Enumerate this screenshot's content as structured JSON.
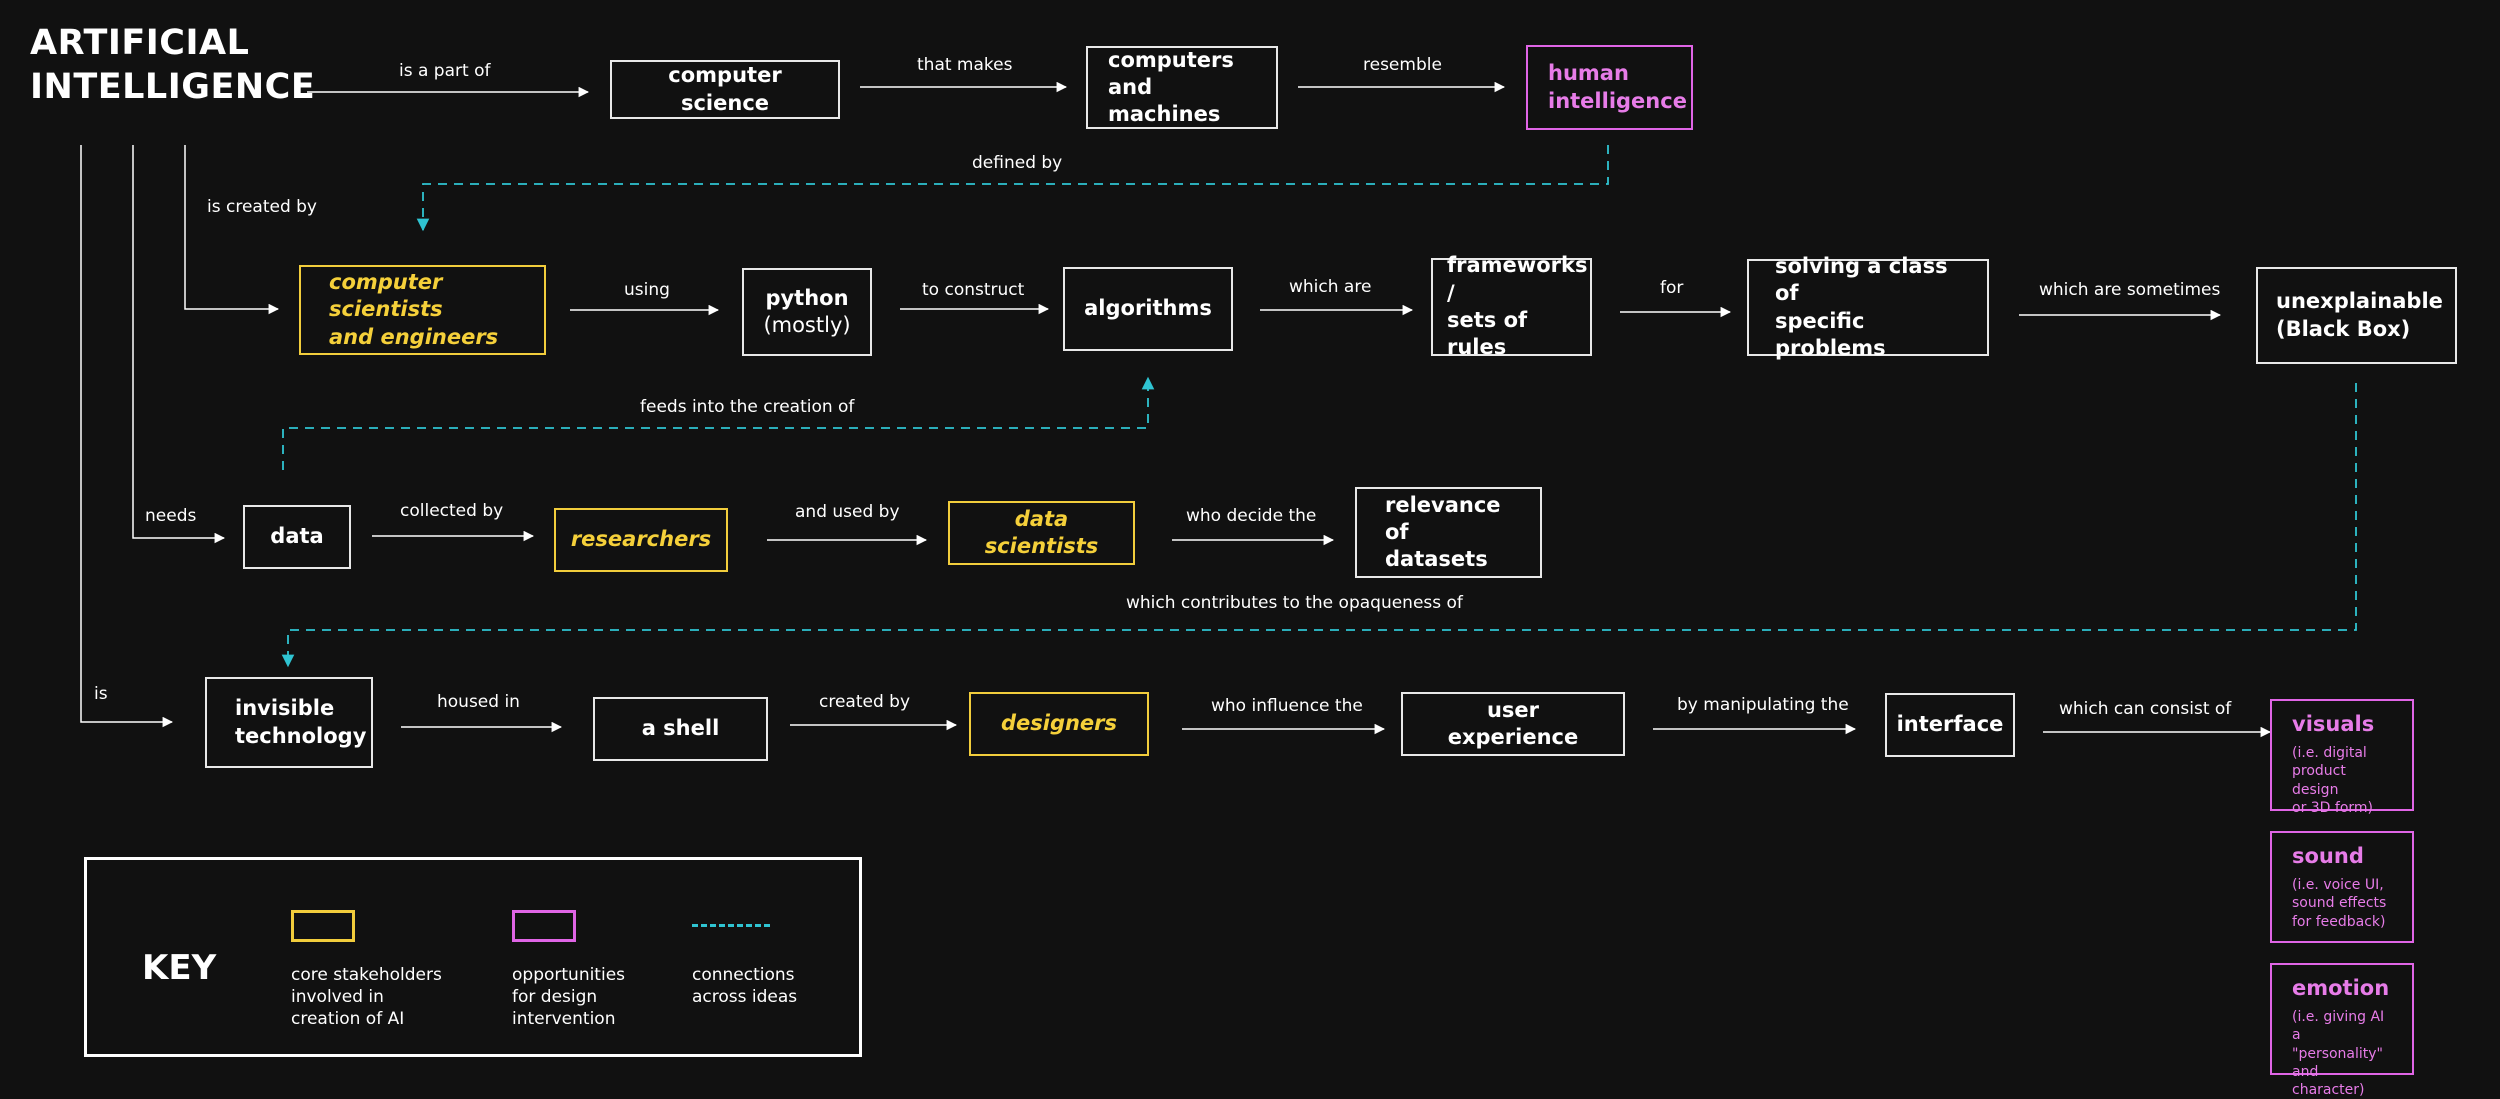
{
  "title": "ARTIFICIAL\nINTELLIGENCE",
  "colors": {
    "background": "#111111",
    "node_border": "#e8e8e8",
    "stakeholder": "#f2cd3c",
    "opportunity": "#e065e6",
    "connection": "#2fc4d2"
  },
  "nodes": {
    "computer_science": "computer science",
    "computers_machines": "computers and\nmachines",
    "human_intelligence": "human\nintelligence",
    "computer_scientists": "computer scientists\nand engineers",
    "python": "python",
    "python_sub": "(mostly)",
    "algorithms": "algorithms",
    "frameworks": "frameworks /\nsets of rules",
    "solving": "solving a class of\nspecific problems",
    "unexplainable": "unexplainable\n(Black Box)",
    "data": "data",
    "researchers": "researchers",
    "data_scientists": "data scientists",
    "relevance": "relevance of\ndatasets",
    "invisible_tech": "invisible\ntechnology",
    "shell": "a shell",
    "designers": "designers",
    "user_experience": "user experience",
    "interface": "interface",
    "visuals": "visuals",
    "visuals_desc": "(i.e. digital\nproduct design\nor 3D form)",
    "sound": "sound",
    "sound_desc": "(i.e. voice UI,\nsound effects\nfor feedback)",
    "emotion": "emotion",
    "emotion_desc": "(i.e. giving AI a\n\"personality\"\nand character)"
  },
  "labels": {
    "is_part_of": "is a part of",
    "that_makes": "that makes",
    "resemble": "resemble",
    "defined_by": "defined by",
    "is_created_by": "is created by",
    "using": "using",
    "to_construct": "to construct",
    "which_are": "which are",
    "for": "for",
    "which_are_sometimes": "which are sometimes",
    "feeds_into": "feeds into the creation of",
    "needs": "needs",
    "collected_by": "collected by",
    "and_used_by": "and used by",
    "who_decide": "who decide the",
    "contributes": "which contributes to the opaqueness of",
    "is": "is",
    "housed_in": "housed in",
    "created_by": "created by",
    "who_influence": "who influence the",
    "by_manipulating": "by manipulating the",
    "can_consist": "which can consist of"
  },
  "key": {
    "title": "KEY",
    "stakeholders": "core stakeholders\ninvolved in\ncreation of AI",
    "opportunities": "opportunities\nfor design\nintervention",
    "connections": "connections\nacross ideas"
  }
}
